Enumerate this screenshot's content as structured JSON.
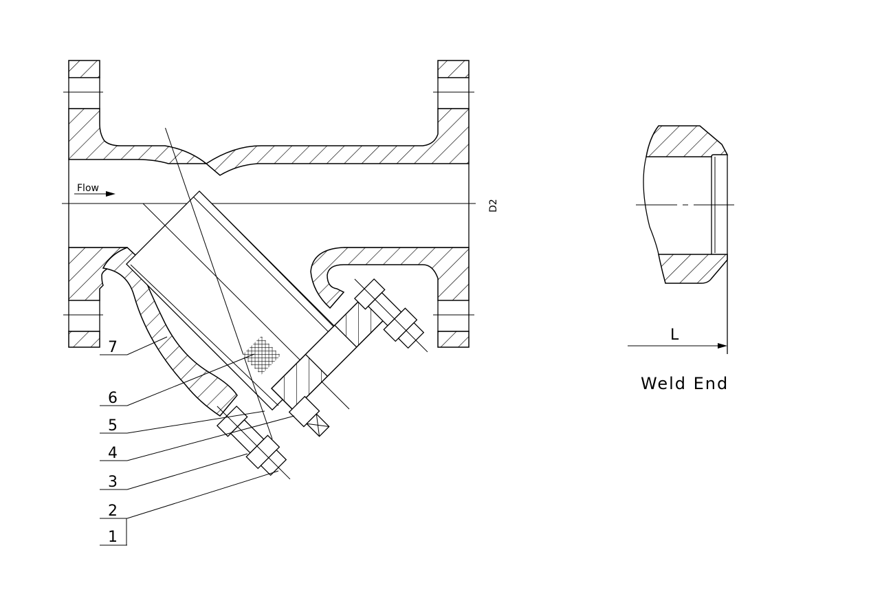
{
  "drawing": {
    "flow_label": "Flow",
    "dimension_d2": "D2",
    "dimension_l": "L",
    "weld_end_label": "Weld End"
  },
  "part_callouts": [
    {
      "number": "7"
    },
    {
      "number": "6"
    },
    {
      "number": "5"
    },
    {
      "number": "4"
    },
    {
      "number": "3"
    },
    {
      "number": "2"
    },
    {
      "number": "1"
    }
  ]
}
